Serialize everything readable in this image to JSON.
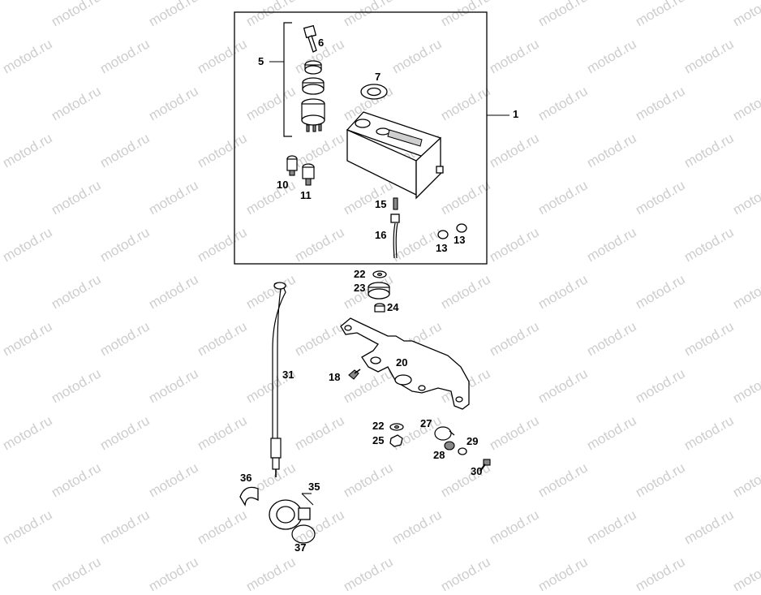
{
  "watermark": {
    "text": "motod.ru"
  },
  "parts": {
    "p1": "1",
    "p5": "5",
    "p6": "6",
    "p7": "7",
    "p10": "10",
    "p11": "11",
    "p13a": "13",
    "p13b": "13",
    "p15": "15",
    "p16": "16",
    "p18": "18",
    "p20": "20",
    "p22a": "22",
    "p22b": "22",
    "p23": "23",
    "p24": "24",
    "p25": "25",
    "p27": "27",
    "p28": "28",
    "p29": "29",
    "p30": "30",
    "p31": "31",
    "p35": "35",
    "p36": "36",
    "p37": "37"
  }
}
